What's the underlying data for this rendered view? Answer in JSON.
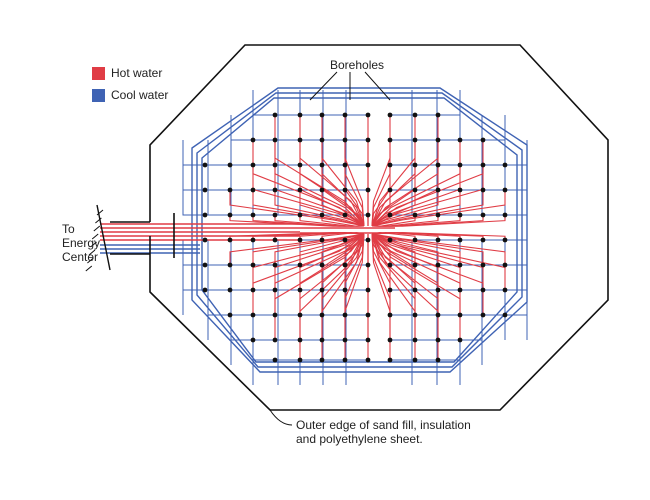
{
  "legend": {
    "hot": {
      "label": "Hot water",
      "color": "#e03c45"
    },
    "cool": {
      "label": "Cool water",
      "color": "#3f63b4"
    }
  },
  "labels": {
    "boreholes": "Boreholes",
    "energy_center": [
      "To",
      "Energy",
      "Center"
    ],
    "outer_edge": [
      "Outer edge of sand fill, insulation",
      "and polyethylene sheet."
    ]
  },
  "colors": {
    "outline": "#111111",
    "borehole": "#111111"
  }
}
